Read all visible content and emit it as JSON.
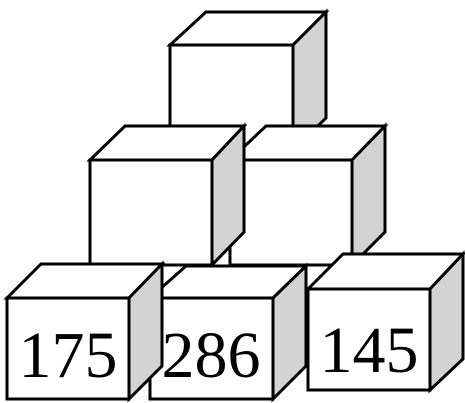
{
  "cubes": {
    "top": {
      "value": ""
    },
    "middle_left": {
      "value": ""
    },
    "middle_right": {
      "value": ""
    },
    "bottom_left": {
      "value": "175"
    },
    "bottom_middle": {
      "value": "286"
    },
    "bottom_right": {
      "value": "145"
    }
  },
  "colors": {
    "front_face": "#ffffff",
    "top_face": "#ffffff",
    "side_face": "#d3d3d3",
    "outline": "#000000"
  }
}
